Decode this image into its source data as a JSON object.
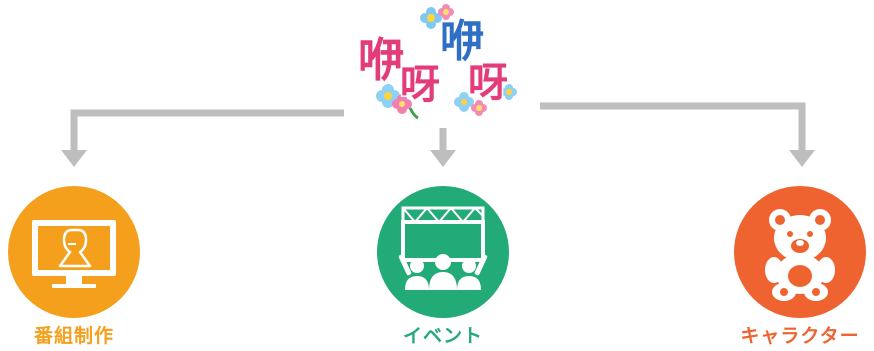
{
  "logo": {
    "text": "咿呀咿呀"
  },
  "nodes": [
    {
      "id": "program",
      "label": "番組制作",
      "color": "#F4A01D",
      "icon": "tv-monitor-icon"
    },
    {
      "id": "event",
      "label": "イベント",
      "color": "#22AA77",
      "icon": "stage-audience-icon"
    },
    {
      "id": "character",
      "label": "キャラクター",
      "color": "#EF6330",
      "icon": "teddy-bear-icon"
    }
  ],
  "colors": {
    "connector": "#BEBEBE"
  }
}
